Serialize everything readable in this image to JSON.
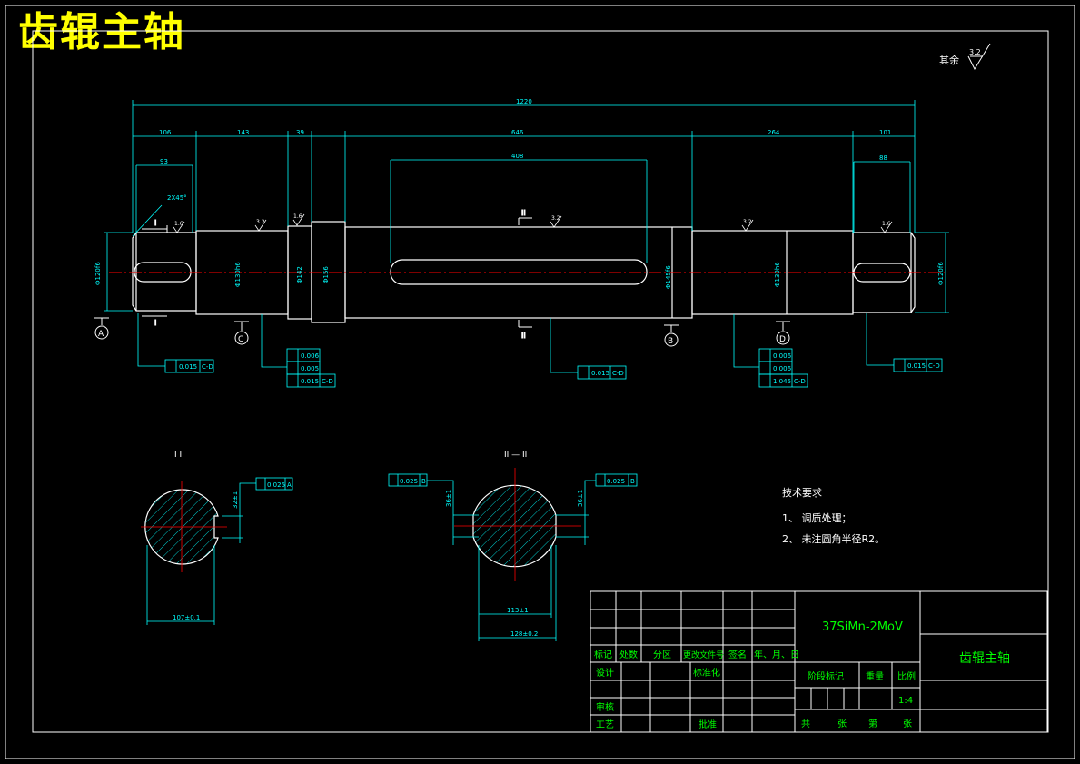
{
  "header": {
    "big_title": "齿辊主轴"
  },
  "roughness": {
    "prefix": "其余",
    "value": "3.2"
  },
  "dims": {
    "total": "1220",
    "seg1": "106",
    "seg2": "143",
    "seg3": "39",
    "seg4": "646",
    "seg5": "264",
    "seg6": "101",
    "key_left": "93",
    "key_mid": "408",
    "key_right": "88",
    "chamfer": "2X45°",
    "dia1": "Φ120f6",
    "dia2": "Φ130h6",
    "dia3": "Φ142",
    "dia4": "Φ156",
    "dia5": "Φ145f6",
    "dia6": "Φ130h6",
    "dia7": "Φ120f6",
    "rough_small": "1.6",
    "rough_mid": "3.2"
  },
  "datums": {
    "a": "A",
    "b": "B",
    "c": "C",
    "d": "D"
  },
  "sections": {
    "sec1": "I",
    "sec2": "II",
    "sec1_title": "I  I",
    "sec2_title": "II — II"
  },
  "tolerances": {
    "runout_a": "0.015",
    "ref_cd": "C-D",
    "circ_c": "0.006",
    "runout_c": "0.005",
    "runout_c2": "0.015",
    "runout_mid": "0.015",
    "circ_d": "0.006",
    "runout_d": "0.006",
    "runout_d2": "1.045",
    "runout_right": "0.015",
    "sym_1": "0.025",
    "ref_1": "A",
    "sym_2": "0.025",
    "ref_2l": "B",
    "ref_2r": "B"
  },
  "section_dims": {
    "sec1_w": "107±0.1",
    "sec1_key": "32±1",
    "sec2_w1": "113±1",
    "sec2_w2": "128±0.2",
    "sec2_key_l": "36±1",
    "sec2_key_r": "36±1"
  },
  "tech": {
    "heading": "技术要求",
    "items": [
      "1、 调质处理；",
      "2、 未注圆角半径R2。"
    ]
  },
  "title_block": {
    "material": "37SiMn-2MoV",
    "part_name": "齿辊主轴",
    "labels_row": [
      "标记",
      "处数",
      "分区",
      "更改文件号",
      "签名",
      "年、月、日"
    ],
    "design": "设计",
    "standard": "标准化",
    "review": "审核",
    "process": "工艺",
    "approve": "批准",
    "stage": "阶段标记",
    "weight": "重量",
    "ratio_label": "比例",
    "ratio": "1:4",
    "sheets": [
      "共",
      "张",
      "第",
      "张"
    ]
  },
  "colors": {
    "line": "#ffffff",
    "dim": "#00ffff",
    "center": "#ff0000",
    "text_green": "#00ff00",
    "title": "#ffff00",
    "hatch": "#00ffff"
  }
}
